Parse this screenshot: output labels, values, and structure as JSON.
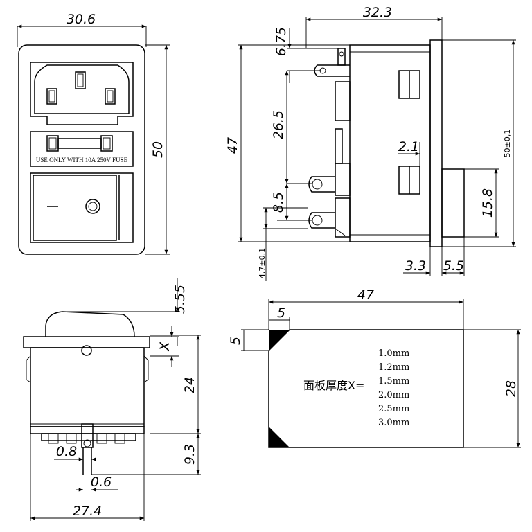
{
  "front_view": {
    "width_dim": "30.6",
    "height_dim": "50",
    "fuse_label": "USE ONLY WITH 10A 250V FUSE"
  },
  "side_view": {
    "top_width_dim": "32.3",
    "dim_675": "6.75",
    "dim_47": "47",
    "dim_265": "26.5",
    "dim_85": "8.5",
    "dim_47tol": "4,7±0,1",
    "dim_21": "2.1",
    "dim_158": "15.8",
    "dim_50tol": "50±0,1",
    "dim_33": "3.3",
    "dim_55": "5.5"
  },
  "switch_view": {
    "dim_555": "5.55",
    "dim_x": "X",
    "dim_24": "24",
    "dim_93": "9.3",
    "dim_08": "0.8",
    "dim_06": "0.6",
    "dim_274": "27.4"
  },
  "panel_cutout": {
    "width_dim": "47",
    "chamfer_h": "5",
    "chamfer_v": "5",
    "height_dim": "28",
    "thickness_label": "面板厚度X=",
    "thickness_options": [
      "1.0mm",
      "1.2mm",
      "1.5mm",
      "2.0mm",
      "2.5mm",
      "3.0mm"
    ]
  }
}
